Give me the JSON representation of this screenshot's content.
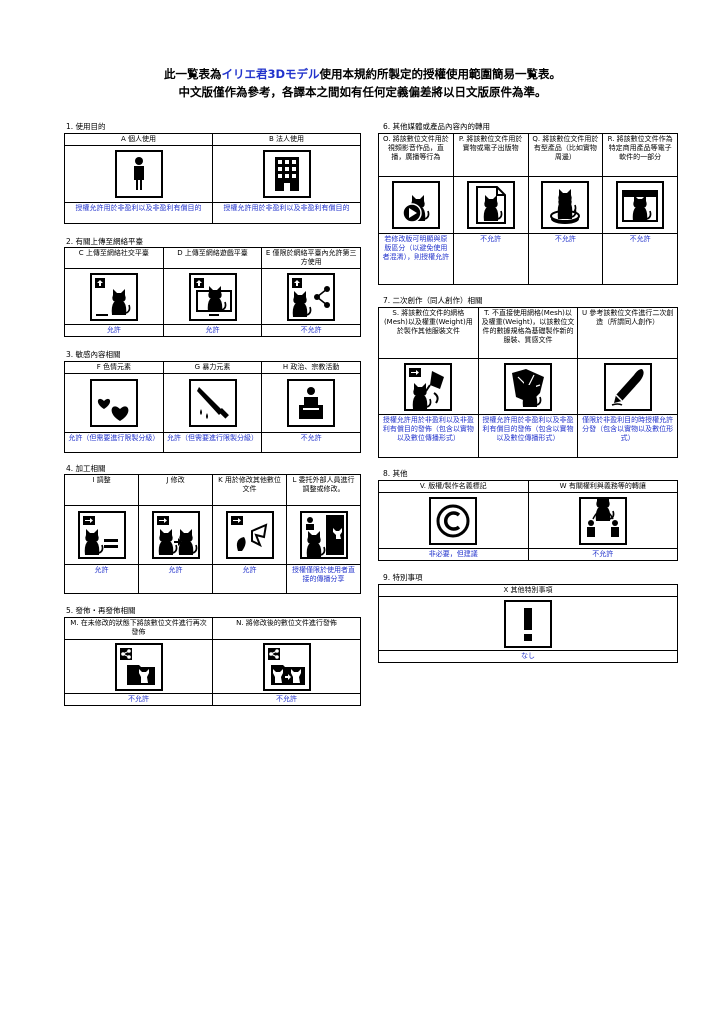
{
  "title": {
    "line1_prefix": "此一覧表為",
    "line1_highlight": "イリエ君3Dモデル",
    "line1_suffix": "使用本規約所製定的授權使用範圍簡易一覧表。",
    "line2": "中文版僅作為參考，各譯本之間如有任何定義偏差將以日文版原件為準。"
  },
  "sections": {
    "s1": {
      "label": "1. 使用目的",
      "columns": [
        {
          "header": "A 個人使用",
          "icon": "person-icon",
          "note": "授權允許用於非盈利以及非盈利有償目的"
        },
        {
          "header": "B 法人使用",
          "icon": "building-icon",
          "note": "授權允許用於非盈利以及非盈利有償目的"
        }
      ]
    },
    "s2": {
      "label": "2. 有關上傳至網絡平臺",
      "columns": [
        {
          "header": "C 上傳至網絡社交平臺",
          "icon": "upload-social-icon",
          "note": "允許"
        },
        {
          "header": "D 上傳至網絡遊戲平臺",
          "icon": "upload-game-icon",
          "note": "允許"
        },
        {
          "header": "E 僅限於網絡平臺內允許第三方使用",
          "icon": "third-party-share-icon",
          "note": "不允許"
        }
      ]
    },
    "s3": {
      "label": "3. 敏感內容相關",
      "columns": [
        {
          "header": "F 色情元素",
          "icon": "hearts-icon",
          "note": "允許（但需要進行限製分級）"
        },
        {
          "header": "G 暴力元素",
          "icon": "knife-icon",
          "note": "允許（但需要進行限製分級）"
        },
        {
          "header": "H 政治、宗教活動",
          "icon": "podium-icon",
          "note": "不允許"
        }
      ]
    },
    "s4": {
      "label": "4. 加工相關",
      "columns": [
        {
          "header": "I 調整",
          "icon": "adjust-icon",
          "note": "允許"
        },
        {
          "header": "J 修改",
          "icon": "modify-icon",
          "note": "允許"
        },
        {
          "header": "K 用於修改其他數位文件",
          "icon": "modify-other-icon",
          "note": "允許"
        },
        {
          "header": "L 委托外部人員進行調整或修改。",
          "icon": "outsource-icon",
          "note": "授權僅限於使用者直接的傳播分享"
        }
      ]
    },
    "s5": {
      "label": "5. 發佈・再發佈相關",
      "columns": [
        {
          "header": "M. 在未修改的狀態下將該數位文件進行再次發佈",
          "icon": "redistribute-icon",
          "note": "不允許"
        },
        {
          "header": "N. 將修改後的數位文件進行發佈",
          "icon": "redistribute-modified-icon",
          "note": "不允許"
        }
      ]
    },
    "s6": {
      "label": "6. 其他媒體或產品內容內的轉用",
      "columns": [
        {
          "header": "O. 將該數位文件用於視頻影音作品，直播，廣播等行為",
          "icon": "video-icon",
          "note": "若修改版可明顯與原版區分（以避免使用者混淆），則授權允許"
        },
        {
          "header": "P. 將該數位文件用於實物或電子出版物",
          "icon": "document-icon",
          "note": "不允許"
        },
        {
          "header": "Q. 將該數位文件用於有型產品（比如實物周邊）",
          "icon": "figure-icon",
          "note": "不允許"
        },
        {
          "header": "R. 將該數位文件作為特定商用產品等電子軟件的一部分",
          "icon": "software-icon",
          "note": "不允許"
        }
      ]
    },
    "s7": {
      "label": "7. 二次創作（同人創作）相關",
      "columns": [
        {
          "header": "S. 將該數位文件的網格(Mesh)以及權重(Weight)用於製作其他服裝文件",
          "icon": "mesh-clothing-icon",
          "note": "授權允許用於非盈利以及非盈利有償目的發佈（包含以實物以及數位傳播形式）"
        },
        {
          "header": "T. 不直接使用網格(Mesh)以及權重(Weight)，以該數位文件的數據規格為基礎製作新的服裝、質感文件",
          "icon": "texture-icon",
          "note": "授權允許用於非盈利以及非盈利有償目的發佈（包含以實物以及數位傳播形式）"
        },
        {
          "header": "U 參考該數位文件進行二次創造（所謂同人創作）",
          "icon": "pen-icon",
          "note": "僅限於非盈利目的時授權允許分發（包含以實物以及數位形式）"
        }
      ]
    },
    "s8": {
      "label": "8. 其他",
      "columns": [
        {
          "header": "V. 版權/製作名義標記",
          "icon": "copyright-icon",
          "note": "非必要，但建議"
        },
        {
          "header": "W 有關權利與義務等的轉讓",
          "icon": "transfer-icon",
          "note": "不允許"
        }
      ]
    },
    "s9": {
      "label": "9. 特別事項",
      "columns": [
        {
          "header": "X 其他特別事項",
          "icon": "exclamation-icon",
          "note": "なし"
        }
      ]
    }
  }
}
